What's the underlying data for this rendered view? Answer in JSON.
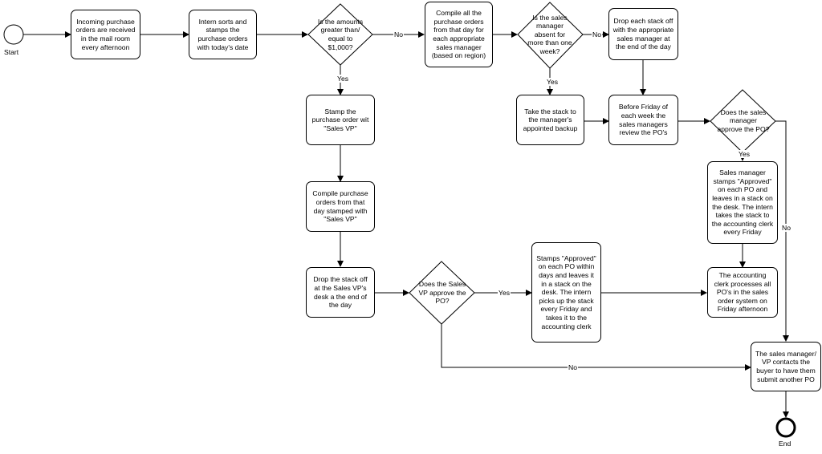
{
  "events": {
    "start": "Start",
    "end": "End"
  },
  "tasks": {
    "t1": "Incoming purchase orders are received in the  mail room every afternoon",
    "t2": "Intern sorts and stamps the purchase orders with today's date",
    "t3": "Compile all the purchase orders from that day for each appropriate sales manager (based on region)",
    "t4": "Drop each stack off with the appropriate sales manager at the end of the day",
    "t5": "Take the stack to the manager's appointed backup",
    "t6": "Before Friday of each week the sales managers review the PO's",
    "t7": "Stamp the purchase order wit \"Sales VP\"",
    "t8": "Compile purchase orders from that day stamped with \"Sales VP\"",
    "t9": "Drop the stack off at the Sales VP's desk a the end of  the day",
    "t10": "Stamps \"Approved\" on each PO within days and leaves it in a stack on the desk. The intern picks up the stack every Friday and takes it to the accounting clerk",
    "t11": "Sales manager stamps \"Approved\" on each PO and leaves in a stack on the desk. The intern takes the stack to the accounting clerk every Friday",
    "t12": "The accounting clerk processes all PO's in the sales order system on Friday afternoon",
    "t13": "The sales manager/ VP contacts the buyer to have them submit another PO"
  },
  "decisions": {
    "d1": "Is the amounts greater than/ equal to $1,000?",
    "d2": "Is the sales manager absent for more than one week?",
    "d3": "Does the sales manager approve the PO?",
    "d4": "Does the Sales VP approve the PO?"
  },
  "labels": {
    "yes": "Yes",
    "no": "No"
  }
}
